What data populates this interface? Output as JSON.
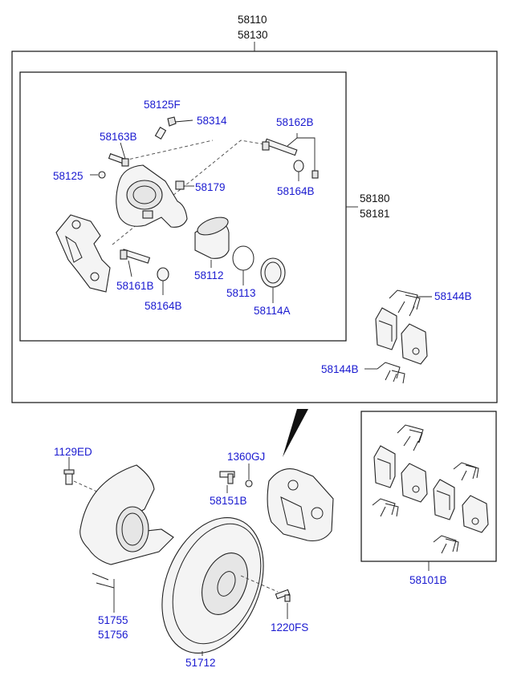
{
  "colors": {
    "part_link": "#1a1ad0",
    "part_plain": "#111111",
    "line": "#222222"
  },
  "labels": {
    "assy_front_lh": "58110",
    "assy_front_rh": "58130",
    "caliper_lh": "58180",
    "caliper_rh": "58181",
    "bleeder_screw": "58125F",
    "bleeder_cap": "58314",
    "bolt_guide_upper": "58163B",
    "bleeder": "58125",
    "guide_rod_kit": "58162B",
    "boot_upper": "58164B",
    "bracket_bolt_cap": "58179",
    "guide_pin_lower": "58161B",
    "boot_lower": "58164B",
    "piston": "58112",
    "piston_seal": "58113",
    "piston_boot": "58114A",
    "spring_clip_top": "58144B",
    "spring_clip_bottom": "58144B",
    "dust_cover_bolt": "1129ED",
    "washer": "1360GJ",
    "caliper_bolt": "58151B",
    "dust_cover_lh": "51755",
    "dust_cover_rh": "51756",
    "disc": "51712",
    "disc_screw": "1220FS",
    "pad_kit": "58101B"
  }
}
